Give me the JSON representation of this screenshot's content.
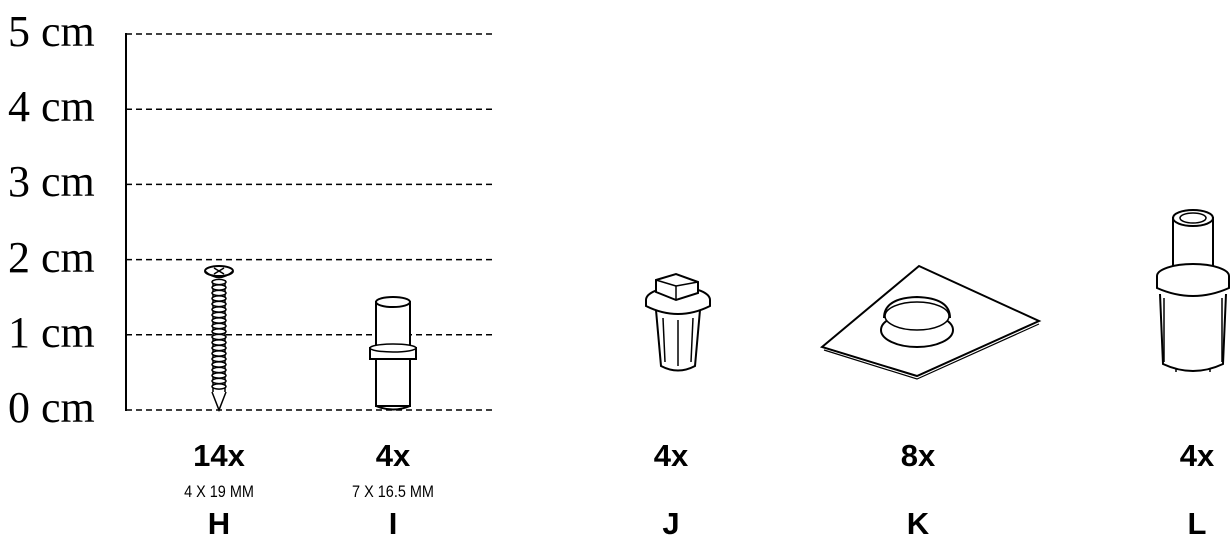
{
  "scale": {
    "unit": "cm",
    "ticks": [
      {
        "value": 5,
        "label": "5 cm"
      },
      {
        "value": 4,
        "label": "4 cm"
      },
      {
        "value": 3,
        "label": "3 cm"
      },
      {
        "value": 2,
        "label": "2 cm"
      },
      {
        "value": 1,
        "label": "1 cm"
      },
      {
        "value": 0,
        "label": "0 cm"
      }
    ]
  },
  "parts": [
    {
      "id": "H",
      "quantity": "14x",
      "dimensions": "4 X 19 MM",
      "icon": "wood-screw-icon"
    },
    {
      "id": "I",
      "quantity": "4x",
      "dimensions": "7 X 16.5 MM",
      "icon": "dowel-pin-icon"
    },
    {
      "id": "J",
      "quantity": "4x",
      "dimensions": "",
      "icon": "cam-connector-icon"
    },
    {
      "id": "K",
      "quantity": "8x",
      "dimensions": "",
      "icon": "adhesive-bumper-pad-icon"
    },
    {
      "id": "L",
      "quantity": "4x",
      "dimensions": "",
      "icon": "shelf-support-pin-icon"
    }
  ]
}
